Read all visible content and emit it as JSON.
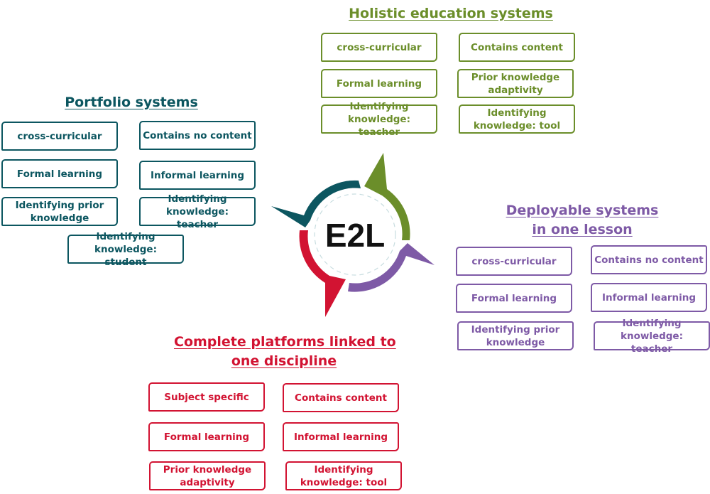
{
  "center": {
    "label": "E2L"
  },
  "colors": {
    "portfolio": "#0c5660",
    "holistic": "#6b8e2a",
    "deployable": "#7e5aa6",
    "complete": "#d21332"
  },
  "portfolio": {
    "title": "Portfolio systems",
    "items": [
      "cross-curricular",
      "Contains no content",
      "Formal learning",
      "Informal learning",
      "Identifying prior knowledge",
      "Identifying knowledge: teacher",
      "Identifying knowledge: student"
    ]
  },
  "holistic": {
    "title": "Holistic education systems",
    "items": [
      "cross-curricular",
      "Contains content",
      "Formal learning",
      "Prior knowledge adaptivity",
      "Identifying knowledge: teacher",
      "Identifying knowledge: tool"
    ]
  },
  "deployable": {
    "title_line1": "Deployable systems",
    "title_line2": "in one lesson",
    "items": [
      "cross-curricular",
      "Contains no content",
      "Formal learning",
      "Informal learning",
      "Identifying prior knowledge",
      "Identifying knowledge: teacher"
    ]
  },
  "complete": {
    "title_line1": "Complete platforms linked to",
    "title_line2": "one discipline",
    "items": [
      "Subject specific",
      "Contains content",
      "Formal learning",
      "Informal learning",
      "Prior knowledge adaptivity",
      "Identifying knowledge: tool"
    ]
  }
}
